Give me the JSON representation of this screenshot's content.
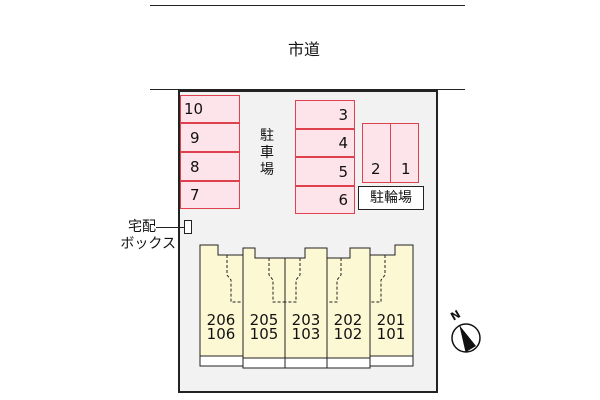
{
  "road": {
    "label": "市道"
  },
  "parking": {
    "label": "駐車場",
    "spaces_left": [
      {
        "number": "10"
      },
      {
        "number": "9"
      },
      {
        "number": "8"
      },
      {
        "number": "7"
      }
    ],
    "spaces_right": [
      {
        "number": "3"
      },
      {
        "number": "4"
      },
      {
        "number": "5"
      },
      {
        "number": "6"
      }
    ],
    "spaces_small": [
      {
        "number": "2"
      },
      {
        "number": "1"
      }
    ]
  },
  "bicycle_parking": {
    "label": "駐輪場"
  },
  "delivery_box": {
    "label_line1": "宅配",
    "label_line2": "ボックス"
  },
  "units": [
    {
      "upper": "206",
      "lower": "106"
    },
    {
      "upper": "205",
      "lower": "105"
    },
    {
      "upper": "203",
      "lower": "103"
    },
    {
      "upper": "202",
      "lower": "102"
    },
    {
      "upper": "201",
      "lower": "101"
    }
  ],
  "compass": {
    "label": "N"
  },
  "colors": {
    "parking_fill": "#fde3ea",
    "parking_border": "#e0414f",
    "building_fill": "#fdf8d4",
    "lot_fill": "#f2f2f2"
  }
}
